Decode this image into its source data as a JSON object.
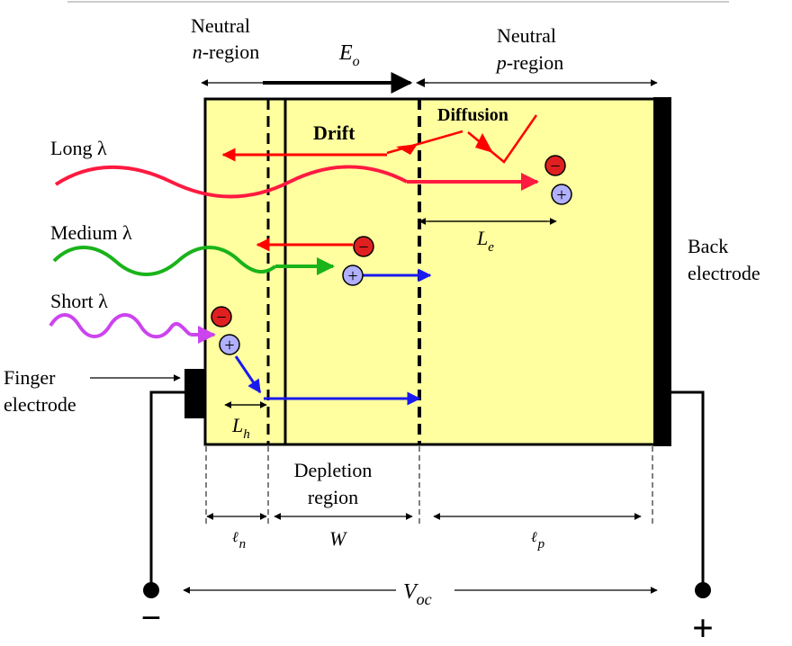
{
  "labels": {
    "neutral_n_line1": "Neutral",
    "neutral_n_line2": "n",
    "neutral_n_line2_rest": "-region",
    "field_symbol": "E",
    "field_sub": "o",
    "neutral_p_line1": "Neutral",
    "neutral_p_line2": "p",
    "neutral_p_line2_rest": "-region",
    "drift": "Drift",
    "diffusion": "Diffusion",
    "long": "Long λ",
    "medium": "Medium λ",
    "short": "Short λ",
    "le_symbol": "L",
    "le_sub": "e",
    "lh_symbol": "L",
    "lh_sub": "h",
    "back_line1": "Back",
    "back_line2": "electrode",
    "finger_line1": "Finger",
    "finger_line2": "electrode",
    "depletion_line1": "Depletion",
    "depletion_line2": "region",
    "ln_symbol": "ℓ",
    "ln_sub": "n",
    "w_symbol": "W",
    "lp_symbol": "ℓ",
    "lp_sub": "p",
    "voc_symbol": "V",
    "voc_sub": "oc",
    "minus": "−",
    "plus": "+",
    "electron": "−",
    "hole": "+"
  },
  "colors": {
    "cell_fill": "#ffff9f",
    "long": "#ff1a40",
    "medium": "#1ab31a",
    "short": "#cc44ee",
    "drift_electron": "#ff0000",
    "hole_path": "#1a1aee",
    "electron_fill": "#e02020",
    "hole_fill": "#b0b0ff"
  }
}
